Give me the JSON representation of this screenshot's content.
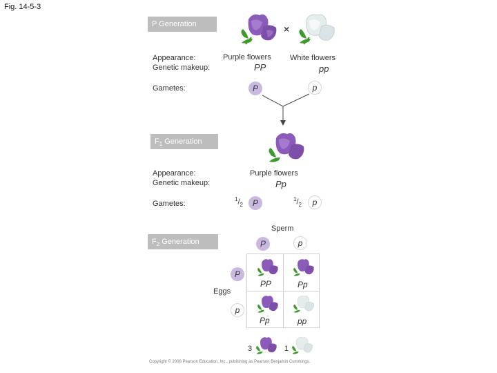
{
  "figure_label": "Fig. 14-5-3",
  "p_generation": {
    "title": "P Generation",
    "appearance_label": "Appearance:",
    "genetic_label": "Genetic makeup:",
    "gametes_label": "Gametes:",
    "cross_symbol": "×",
    "parent_purple": {
      "phenotype": "Purple flowers",
      "genotype": "PP",
      "gamete": "P"
    },
    "parent_white": {
      "phenotype": "White flowers",
      "genotype": "pp",
      "gamete": "p"
    }
  },
  "f1_generation": {
    "title_main": "F",
    "title_sub": "1",
    "title_rest": " Generation",
    "appearance_label": "Appearance:",
    "genetic_label": "Genetic makeup:",
    "gametes_label": "Gametes:",
    "phenotype": "Purple flowers",
    "genotype": "Pp",
    "half_num": "1",
    "half_den": "2",
    "gamete_dominant": "P",
    "gamete_recessive": "p"
  },
  "f2_generation": {
    "title_main": "F",
    "title_sub": "2",
    "title_rest": " Generation",
    "sperm_label": "Sperm",
    "eggs_label": "Eggs",
    "sperm_alleles": [
      "P",
      "p"
    ],
    "egg_alleles": [
      "P",
      "p"
    ],
    "cells": [
      [
        "PP",
        "Pp"
      ],
      [
        "Pp",
        "pp"
      ]
    ],
    "ratio_purple": "3",
    "ratio_white": "1"
  },
  "copyright": "Copyright © 2008 Pearson Education, Inc., publishing as Pearson Benjamin Cummings.",
  "colors": {
    "bar": "#bdbdbd",
    "purple_flower": "#8a5bb8",
    "white_flower": "#e4ecec",
    "leaf": "#3e9a2e",
    "gamete_purple": "#c9b8e0"
  }
}
